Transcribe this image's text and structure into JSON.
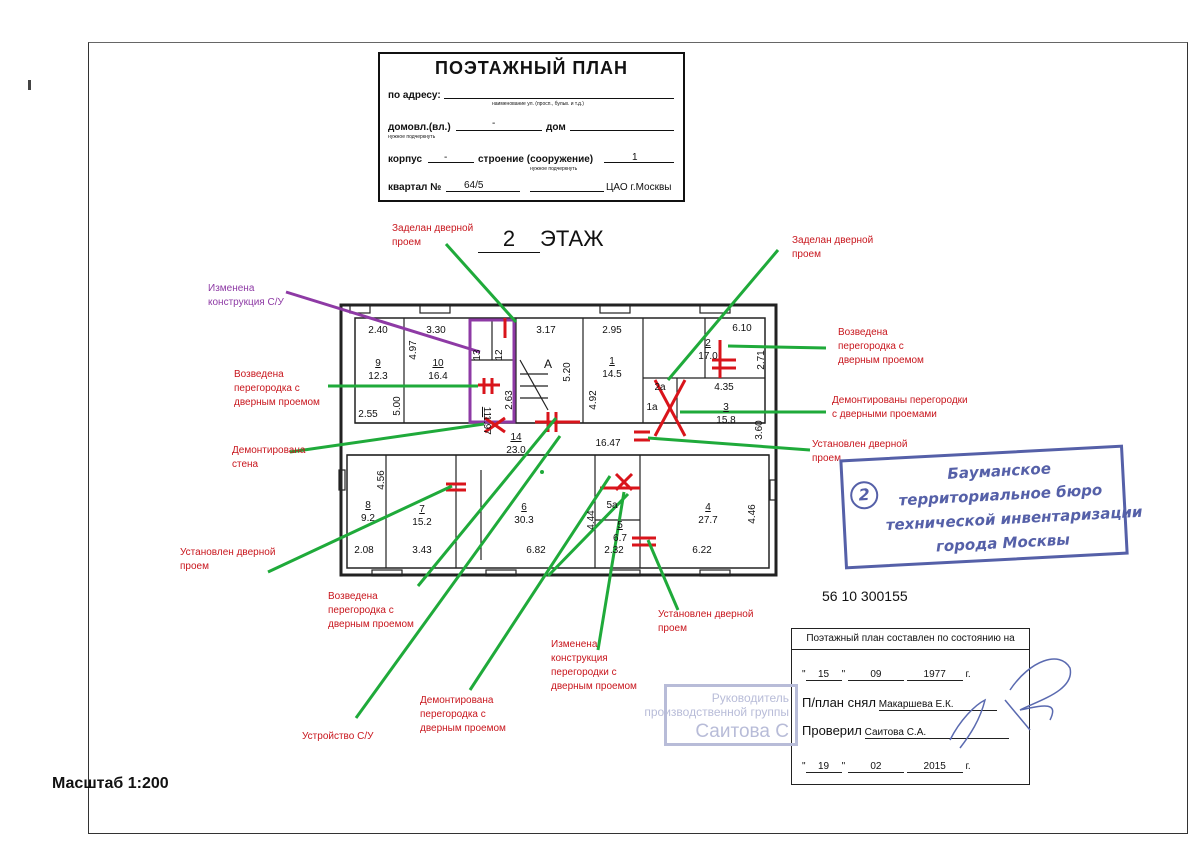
{
  "title_block": {
    "title": "ПОЭТАЖНЫЙ ПЛАН",
    "address_label": "по адресу:",
    "address_hint": "наименование ул. (просп., бульв. и т.д.)",
    "domovl_label": "домовл.(вл.)",
    "domovl_value": "-",
    "dom_label": "дом",
    "domovl_hint": "нужное подчеркнуть",
    "korpus_label": "корпус",
    "korpus_value": "-",
    "stroenie_label": "строение (сооружение)",
    "stroenie_value": "1",
    "stroenie_hint": "нужное подчеркнуть",
    "kvartal_label": "квартал №",
    "kvartal_value": "64/5",
    "district": "ЦАО г.Москвы"
  },
  "floor": {
    "number": "2",
    "label": "ЭТАЖ"
  },
  "rooms": [
    {
      "num": "9",
      "area": "12.3"
    },
    {
      "num": "10",
      "area": "16.4"
    },
    {
      "num": "13",
      "area": ""
    },
    {
      "num": "12",
      "area": ""
    },
    {
      "num": "A",
      "area": ""
    },
    {
      "num": "1",
      "area": "14.5"
    },
    {
      "num": "2",
      "area": "17.0"
    },
    {
      "num": "2a",
      "area": ""
    },
    {
      "num": "1a",
      "area": ""
    },
    {
      "num": "3",
      "area": "15.8"
    },
    {
      "num": "14",
      "area": "23.0"
    },
    {
      "num": "8",
      "area": "9.2"
    },
    {
      "num": "7",
      "area": "15.2"
    },
    {
      "num": "6",
      "area": "30.3"
    },
    {
      "num": "5a",
      "area": ""
    },
    {
      "num": "5",
      "area": "6.7"
    },
    {
      "num": "4",
      "area": "27.7"
    },
    {
      "num": "11",
      "area": "1.97"
    }
  ],
  "dimensions": [
    "2.40",
    "3.30",
    "3.17",
    "2.95",
    "6.10",
    "4.97",
    "5.20",
    "4.92",
    "2.71",
    "4.35",
    "5.00",
    "2.55",
    "2.63",
    "3.60",
    "16.47",
    "4.56",
    "4.44",
    "4.46",
    "2.08",
    "3.43",
    "6.82",
    "2.32",
    "6.22"
  ],
  "annotations": [
    {
      "text": "Заделан дверной\nпроем",
      "color": "#c8161d"
    },
    {
      "text": "Изменена\nконструкция С/У",
      "color": "#8e3aa5"
    },
    {
      "text": "Заделан дверной\nпроем",
      "color": "#c8161d"
    },
    {
      "text": "Возведена\nперегородка с\nдверным проемом",
      "color": "#c8161d"
    },
    {
      "text": "Возведена\nперегородка с\nдверным проемом",
      "color": "#c8161d"
    },
    {
      "text": "Демонтированы перегородки\nс дверными проемами",
      "color": "#c8161d"
    },
    {
      "text": "Демонтирована\nстена",
      "color": "#c8161d"
    },
    {
      "text": "Установлен дверной\nпроем",
      "color": "#c8161d"
    },
    {
      "text": "Установлен дверной\nпроем",
      "color": "#c8161d"
    },
    {
      "text": "Возведена\nперегородка с\nдверным проемом",
      "color": "#c8161d"
    },
    {
      "text": "Установлен дверной\nпроем",
      "color": "#c8161d"
    },
    {
      "text": "Изменена\nконструкция\nперегородки с\nдверным проемом",
      "color": "#c8161d"
    },
    {
      "text": "Демонтирована\nперегородка с\nдверным проемом",
      "color": "#c8161d"
    },
    {
      "text": "Устройство С/У",
      "color": "#c8161d"
    }
  ],
  "stamp": {
    "number": "2",
    "lines": [
      "Бауманское",
      "территориальное бюро",
      "технической инвентаризации",
      "города Москвы"
    ],
    "color": "#5560a8"
  },
  "inventory_number": "56 10 300155",
  "certificate": {
    "header": "Поэтажный план составлен по состоянию на",
    "day1": "15",
    "month1": "09",
    "year1": "1977",
    "g1": "г.",
    "drawn_label": "П/план снял",
    "drawn_by": "Макаршева Е.К.",
    "checked_label": "Проверил",
    "checked_by": "Саитова С.А.",
    "day2": "19",
    "month2": "02",
    "year2": "2015",
    "g2": "г."
  },
  "stamp_faded": {
    "line1": "Руководитель",
    "line2": "производственной группы",
    "line3": "Саитова С"
  },
  "scale_label": "Масштаб 1:200",
  "colors": {
    "annotation_red": "#c8161d",
    "leader_green": "#1faa3a",
    "wall_red": "#d9141b",
    "purple": "#8e3aa5",
    "stamp_blue": "#5560a8"
  }
}
